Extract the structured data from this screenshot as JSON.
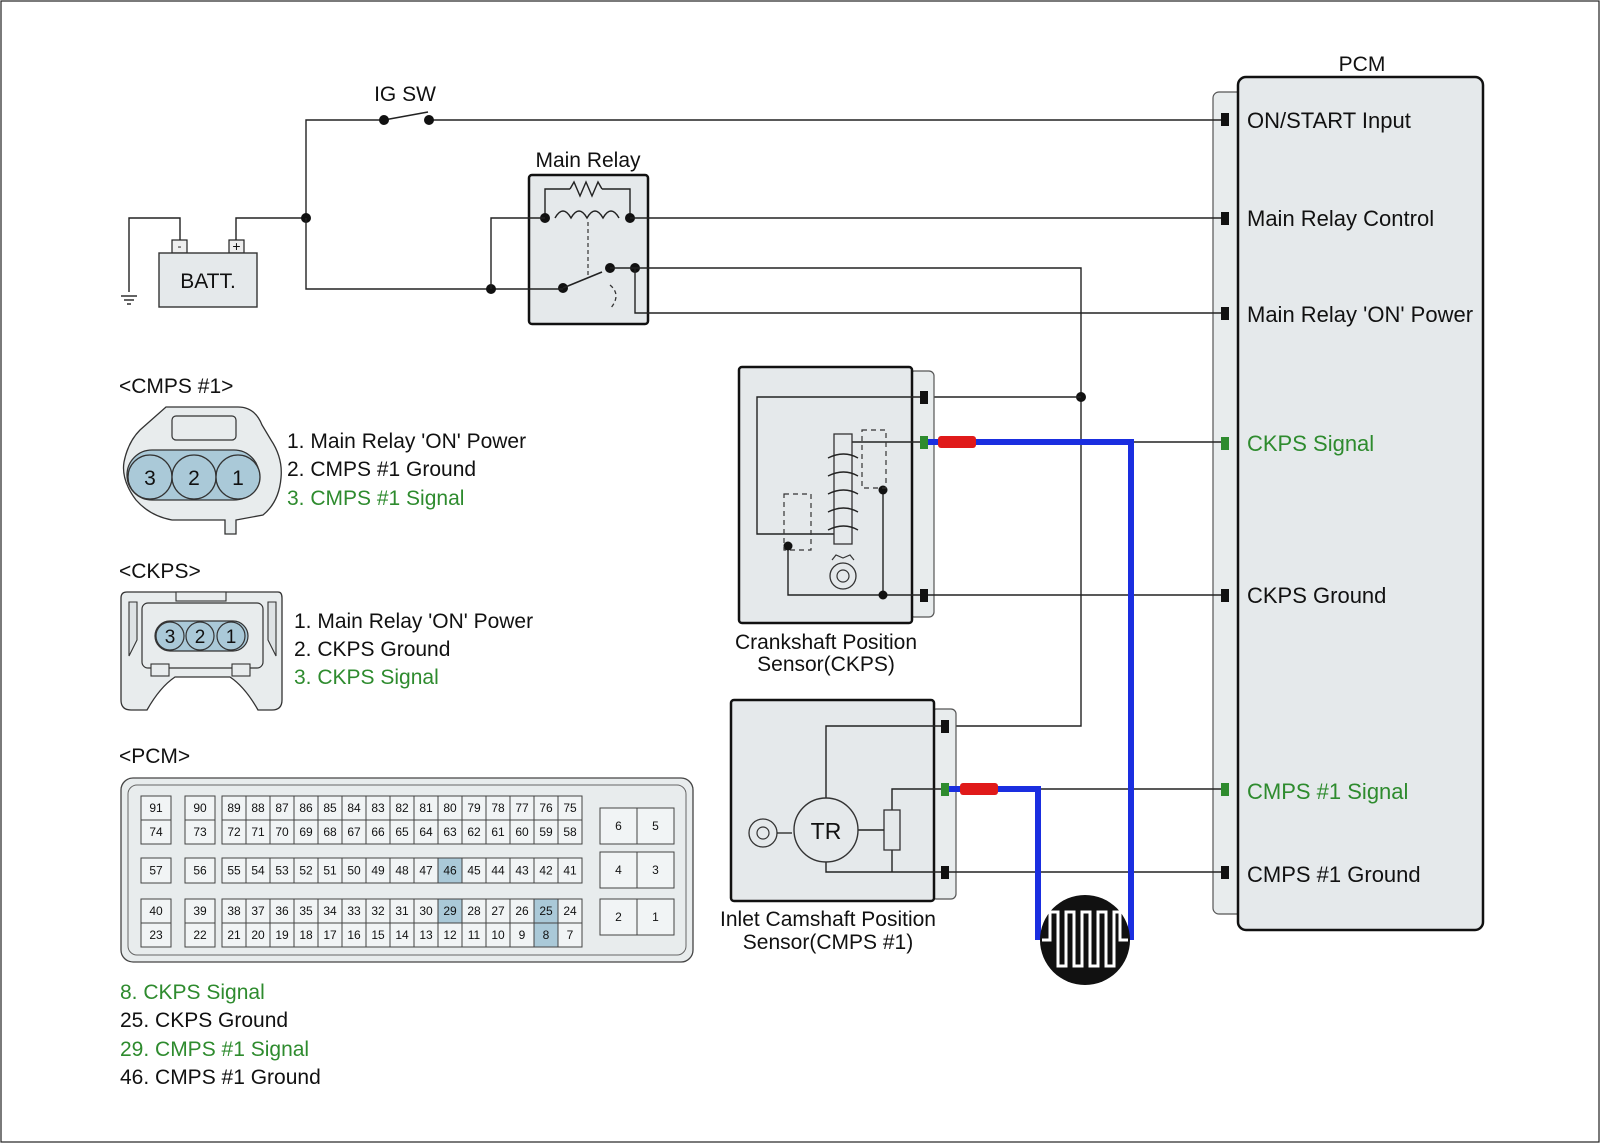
{
  "labels": {
    "ig_sw": "IG SW",
    "main_relay": "Main Relay",
    "battery": "BATT.",
    "battery_neg": "-",
    "battery_pos": "+",
    "pcm_title": "PCM",
    "ckps_sensor_line1": "Crankshaft Position",
    "ckps_sensor_line2": "Sensor(CKPS)",
    "cmps_sensor_line1": "Inlet Camshaft Position",
    "cmps_sensor_line2": "Sensor(CMPS #1)",
    "tr": "TR"
  },
  "pcm_pins": [
    {
      "label": "ON/START Input",
      "signal": false
    },
    {
      "label": "Main Relay Control",
      "signal": false
    },
    {
      "label": "Main Relay 'ON' Power",
      "signal": false
    },
    {
      "label": "CKPS Signal",
      "signal": true
    },
    {
      "label": "CKPS Ground",
      "signal": false
    },
    {
      "label": "CMPS #1 Signal",
      "signal": true
    },
    {
      "label": "CMPS #1 Ground",
      "signal": false
    }
  ],
  "cmps_connector": {
    "title": "<CMPS #1>",
    "pins": [
      "3",
      "2",
      "1"
    ],
    "items": [
      {
        "text": "1. Main Relay 'ON' Power",
        "signal": false
      },
      {
        "text": "2. CMPS #1 Ground",
        "signal": false
      },
      {
        "text": "3. CMPS #1 Signal",
        "signal": true
      }
    ]
  },
  "ckps_connector": {
    "title": "<CKPS>",
    "pins": [
      "3",
      "2",
      "1"
    ],
    "items": [
      {
        "text": "1. Main Relay 'ON' Power",
        "signal": false
      },
      {
        "text": "2. CKPS Ground",
        "signal": false
      },
      {
        "text": "3. CKPS Signal",
        "signal": true
      }
    ]
  },
  "pcm_connector": {
    "title": "<PCM>",
    "row1_top": [
      "91",
      "90",
      "89",
      "88",
      "87",
      "86",
      "85",
      "84",
      "83",
      "82",
      "81",
      "80",
      "79",
      "78",
      "77",
      "76",
      "75"
    ],
    "row1_bottom": [
      "74",
      "73",
      "72",
      "71",
      "70",
      "69",
      "68",
      "67",
      "66",
      "65",
      "64",
      "63",
      "62",
      "61",
      "60",
      "59",
      "58"
    ],
    "row2": [
      "57",
      "56",
      "55",
      "54",
      "53",
      "52",
      "51",
      "50",
      "49",
      "48",
      "47",
      "46",
      "45",
      "44",
      "43",
      "42",
      "41"
    ],
    "row3_top": [
      "40",
      "39",
      "38",
      "37",
      "36",
      "35",
      "34",
      "33",
      "32",
      "31",
      "30",
      "29",
      "28",
      "27",
      "26",
      "25",
      "24"
    ],
    "row3_bottom": [
      "23",
      "22",
      "21",
      "20",
      "19",
      "18",
      "17",
      "16",
      "15",
      "14",
      "13",
      "12",
      "11",
      "10",
      "9",
      "8",
      "7"
    ],
    "right_block": [
      "6",
      "5",
      "4",
      "3",
      "2",
      "1"
    ],
    "highlighted": [
      "46",
      "29",
      "25",
      "8"
    ],
    "items": [
      {
        "text": "8. CKPS Signal",
        "signal": true
      },
      {
        "text": "25. CKPS Ground",
        "signal": false
      },
      {
        "text": "29. CMPS #1 Signal",
        "signal": true
      },
      {
        "text": "46. CMPS #1 Ground",
        "signal": false
      }
    ]
  },
  "colors": {
    "signal_text": "#2e8b2e",
    "probe_wire": "#1a2ee0",
    "probe_tip": "#e01a1a",
    "pin_signal": "#2e8b2e",
    "highlight_cell": "#aac9d8"
  }
}
